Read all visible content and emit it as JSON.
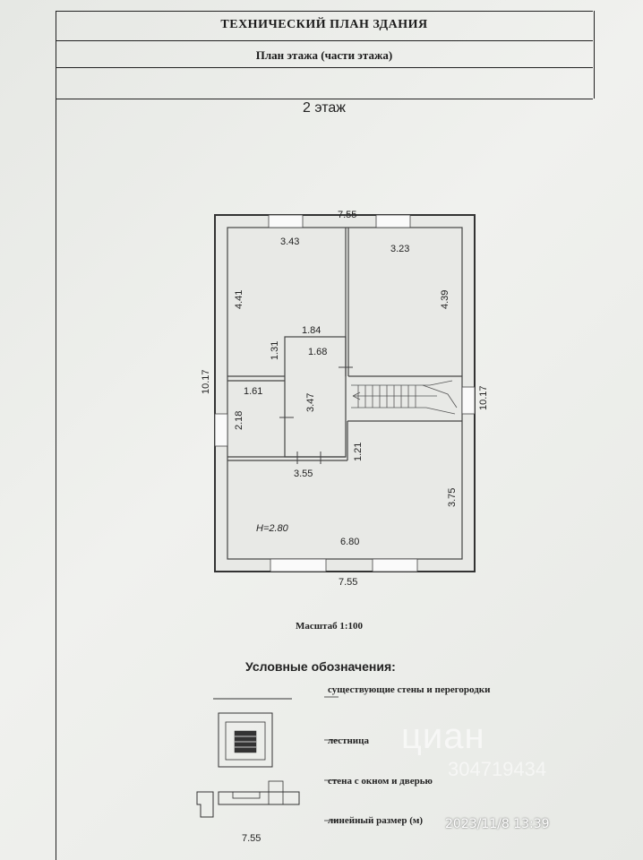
{
  "header": {
    "title": "ТЕХНИЧЕСКИЙ ПЛАН ЗДАНИЯ",
    "subtitle": "План этажа (части этажа)"
  },
  "floor_label": "2 этаж",
  "dimensions": {
    "top_outer": "7.55",
    "bottom_outer": "7.55",
    "left_outer": "10.17",
    "right_outer": "10.17",
    "room_tl_width": "3.43",
    "room_tr_width": "3.23",
    "room_tl_height": "4.41",
    "room_tr_height": "4.39",
    "corridor_width_top": "1.84",
    "corridor_width": "1.68",
    "corridor_left_height": "1.31",
    "corridor_height": "3.47",
    "small_room_width": "1.61",
    "small_room_height": "2.18",
    "stair_gap": "1.21",
    "bottom_room_wall": "3.55",
    "bottom_room_width": "6.80",
    "bottom_room_height": "3.75",
    "ceiling_height": "H=2.80"
  },
  "scale": "Масштаб 1:100",
  "legend": {
    "title": "Условные обозначения:",
    "items": [
      "существующие стены и перегородки",
      "лестница",
      "стена с окном и дверью",
      "линейный размер (м)"
    ],
    "dim_example": "7.55"
  },
  "watermark": {
    "brand": "циан",
    "id": "304719434"
  },
  "timestamp": "2023/11/8 13:39"
}
